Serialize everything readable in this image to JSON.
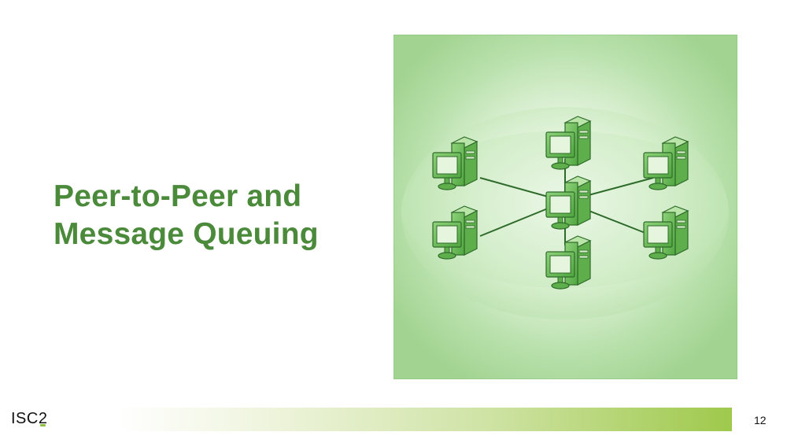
{
  "slide": {
    "title_line1": "Peer-to-Peer and",
    "title_line2": "Message Queuing",
    "page_number": "12"
  },
  "branding": {
    "logo_text": "ISC",
    "logo_accent": "2"
  },
  "illustration": {
    "nodes": [
      "computer",
      "computer",
      "computer",
      "computer",
      "computer",
      "computer",
      "computer"
    ],
    "colors": {
      "panel": "#a8d79a",
      "computer": "#6fbf5c",
      "outline": "#2e6b2a",
      "screen": "#d8efcc"
    }
  }
}
